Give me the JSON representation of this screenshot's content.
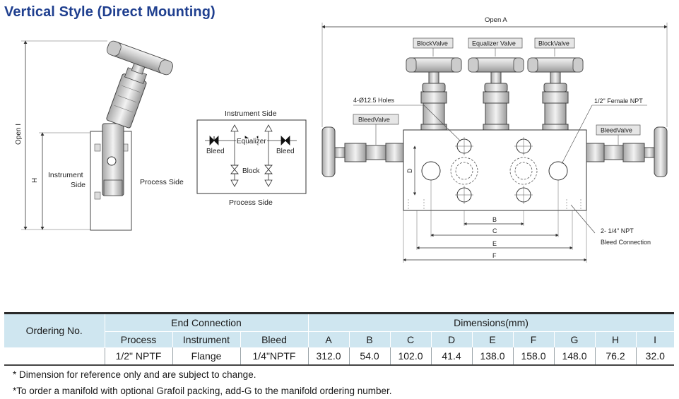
{
  "title": "Vertical Style (Direct Mounting)",
  "left_view": {
    "open_label": "Open I",
    "h_label": "H",
    "instrument_label": "Instrument",
    "side_label": "Side",
    "process_label": "Process Side"
  },
  "schematic": {
    "top_label": "Instrument Side",
    "bottom_label": "Process Side",
    "equalizer_label": "Equalizer",
    "bleed_left": "Bleed",
    "bleed_right": "Bleed",
    "block_label": "Block"
  },
  "front_view": {
    "open_a": "Open A",
    "block_valve_1": "BlockValve",
    "equalizer_valve": "Equalizer Valve",
    "block_valve_2": "BlockValve",
    "holes": "4-Ø12.5 Holes",
    "bleed_valve_left": "BleedValve",
    "bleed_valve_right": "BleedValve",
    "female_npt": "1/2\" Female NPT",
    "dim_d": "D",
    "dim_b": "B",
    "dim_c": "C",
    "dim_e": "E",
    "dim_f": "F",
    "npt_line1": "2- 1/4\" NPT",
    "npt_line2": "Bleed Connection"
  },
  "table": {
    "ordering_no": "Ordering No.",
    "end_connection": "End Connection",
    "dimensions": "Dimensions(mm)",
    "col_process": "Process",
    "col_instrument": "Instrument",
    "col_bleed": "Bleed",
    "dim_cols": [
      "A",
      "B",
      "C",
      "D",
      "E",
      "F",
      "G",
      "H",
      "I"
    ],
    "row": {
      "ordering": "",
      "process": "1/2\" NPTF",
      "instrument": "Flange",
      "bleed": "1/4\"NPTF",
      "dims": [
        "312.0",
        "54.0",
        "102.0",
        "41.4",
        "138.0",
        "158.0",
        "148.0",
        "76.2",
        "32.0"
      ]
    }
  },
  "notes": [
    "* Dimension for reference only and are subject to change.",
    "*To order a manifold with optional Grafoil packing, add-G to the manifold ordering number."
  ],
  "colors": {
    "title": "#1f3f8f",
    "table_header": "#cfe6f0",
    "label_box": "#e6e6e6"
  }
}
